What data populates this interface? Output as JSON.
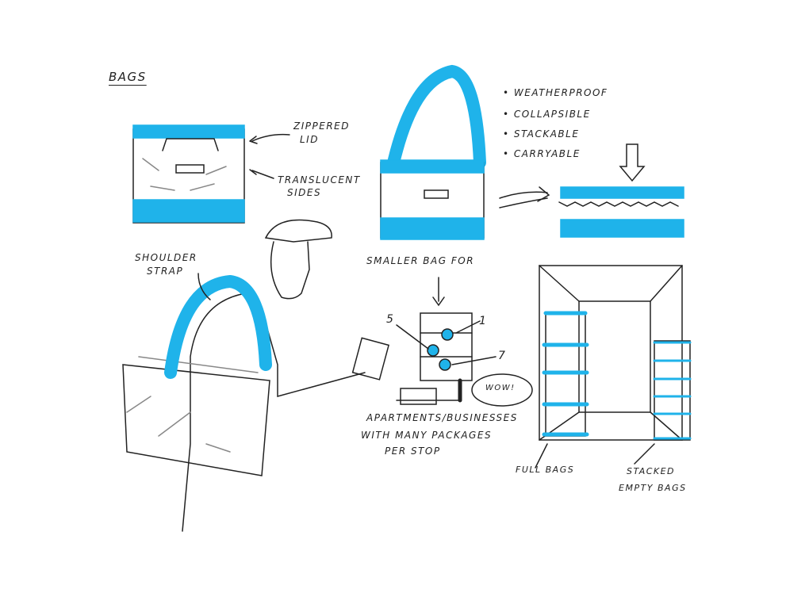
{
  "title": "Bags",
  "accent_color": "#1fb3ea",
  "labels": {
    "zippered_lid": [
      "Zippered",
      "Lid"
    ],
    "translucent_sides": [
      "Translucent",
      "Sides"
    ],
    "features": [
      "Weatherproof",
      "Collapsible",
      "Stackable",
      "Carryable"
    ],
    "shoulder_strap": [
      "Shoulder",
      "Strap"
    ],
    "smaller_bag": "Smaller bag for",
    "building_counts": [
      "5",
      "1",
      "7"
    ],
    "speech": "Wow!",
    "apartments": [
      "Apartments/Businesses",
      "with many packages",
      "per stop"
    ],
    "full_bags": "Full bags",
    "stacked_empty": [
      "Stacked",
      "Empty bags"
    ]
  }
}
